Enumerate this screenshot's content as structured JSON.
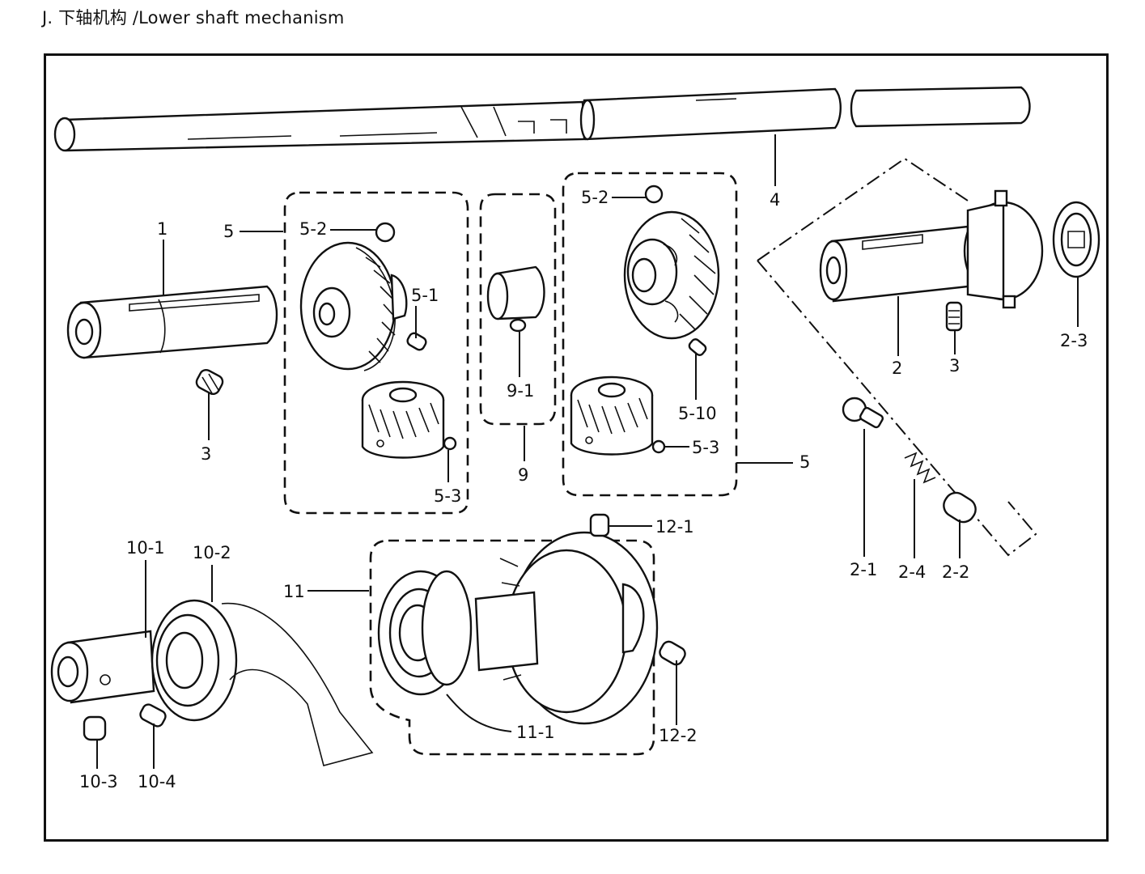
{
  "title": "J. 下轴机构 /Lower shaft mechanism",
  "labels": {
    "l1": "1",
    "l5_left": "5",
    "l5_2_left": "5-2",
    "l5_1": "5-1",
    "l3_left": "3",
    "l5_3_left": "5-3",
    "l9_1": "9-1",
    "l9": "9",
    "l5_2_right": "5-2",
    "l5_10": "5-10",
    "l5_3_right": "5-3",
    "l5_right": "5",
    "l4": "4",
    "l2": "2",
    "l3_right": "3",
    "l2_3": "2-3",
    "l2_1": "2-1",
    "l2_4": "2-4",
    "l2_2": "2-2",
    "l12_1": "12-1",
    "l12_2": "12-2",
    "l11": "11",
    "l11_1": "11-1",
    "l10_1": "10-1",
    "l10_2": "10-2",
    "l10_3": "10-3",
    "l10_4": "10-4"
  }
}
